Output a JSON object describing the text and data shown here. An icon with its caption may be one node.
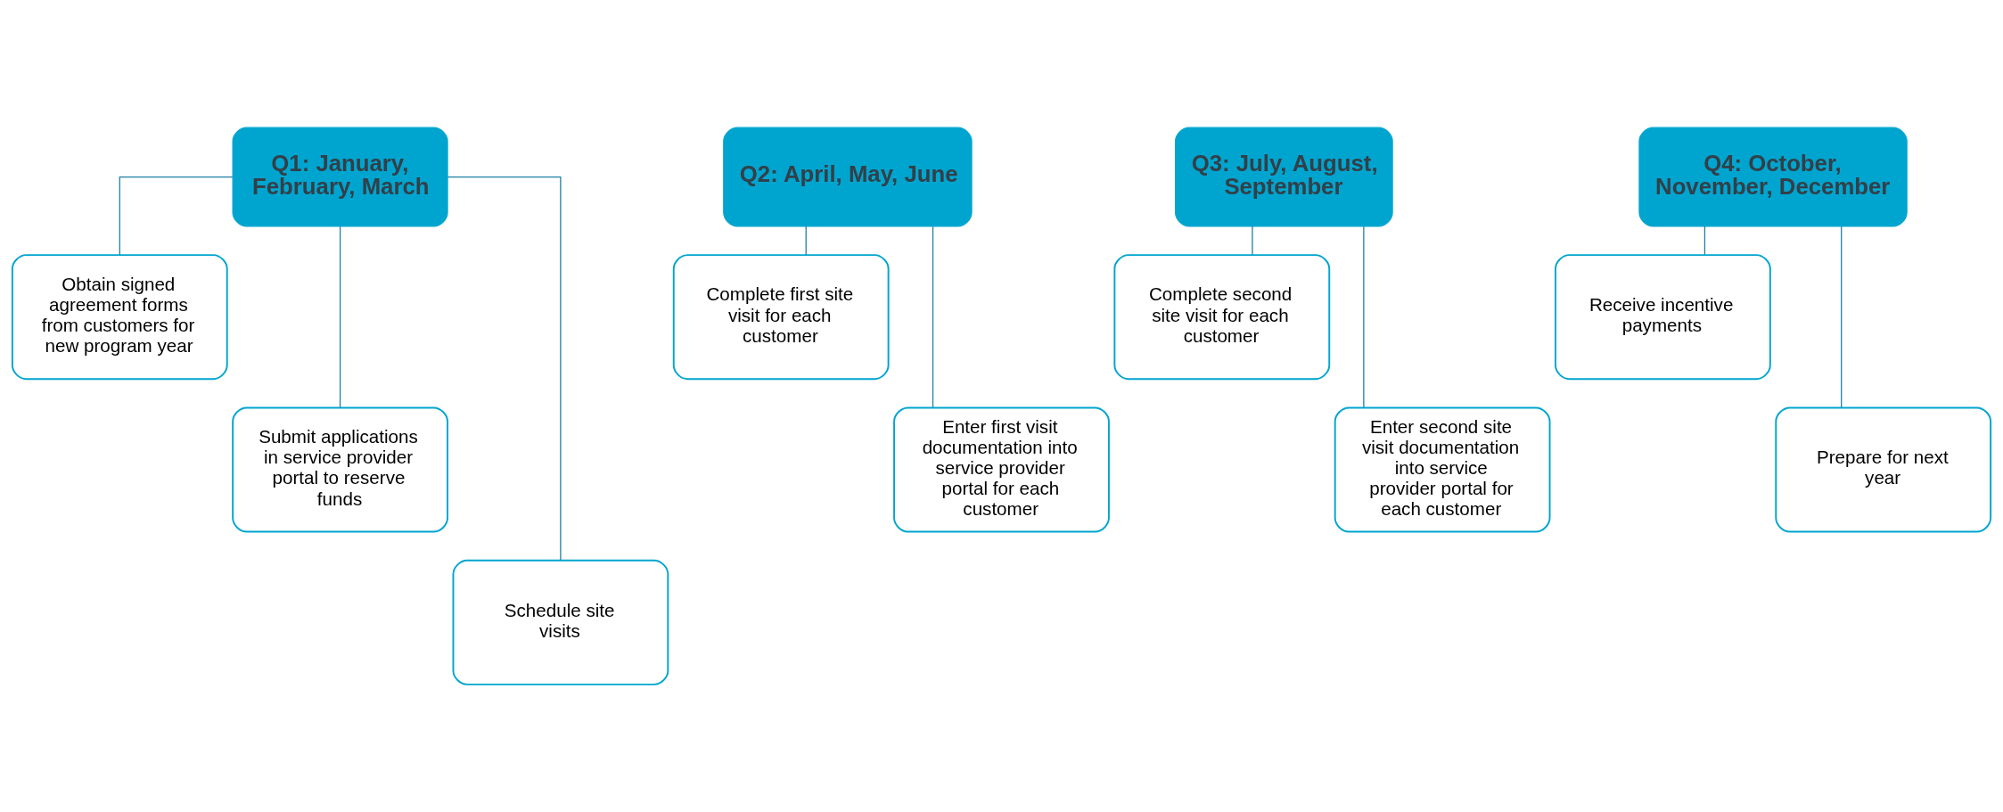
{
  "diagram": {
    "nodes": [
      {
        "text": [
          "Q1: January, February, March"
        ]
      },
      {
        "text": [
          "Obtain signed agreement forms from customers for new program year"
        ]
      },
      {
        "text": [
          "Submit applications in service provider portal to reserve funds"
        ]
      },
      {
        "text": [
          "Schedule site visits"
        ]
      },
      {
        "text": [
          "Q2: April, May, June"
        ]
      },
      {
        "text": [
          "Complete first site visit for each customer"
        ]
      },
      {
        "text": [
          "Enter first visit documentation into service provider portal for each customer"
        ]
      },
      {
        "text": [
          "Q3: July, August, September"
        ]
      },
      {
        "text": [
          "Complete second site visit for each customer"
        ]
      },
      {
        "text": [
          "Enter second site visit documentation into service provider portal for each customer"
        ]
      },
      {
        "text": [
          "Q4: October, November, December"
        ]
      },
      {
        "text": [
          "Receive incentive payments"
        ]
      },
      {
        "text": [
          "Prepare for next year"
        ]
      }
    ],
    "edges": [
      {
        "from": 0,
        "to": 1,
        "arrow": "none"
      },
      {
        "from": 0,
        "to": 2,
        "arrow": "none"
      },
      {
        "from": 0,
        "to": 3,
        "arrow": "none"
      },
      {
        "from": 4,
        "to": 5,
        "arrow": "none"
      },
      {
        "from": 4,
        "to": 6,
        "arrow": "none"
      },
      {
        "from": 7,
        "to": 8,
        "arrow": "none"
      },
      {
        "from": 7,
        "to": 9,
        "arrow": "none"
      },
      {
        "from": 10,
        "to": 11,
        "arrow": "none"
      },
      {
        "from": 10,
        "to": 12,
        "arrow": "none"
      }
    ]
  }
}
